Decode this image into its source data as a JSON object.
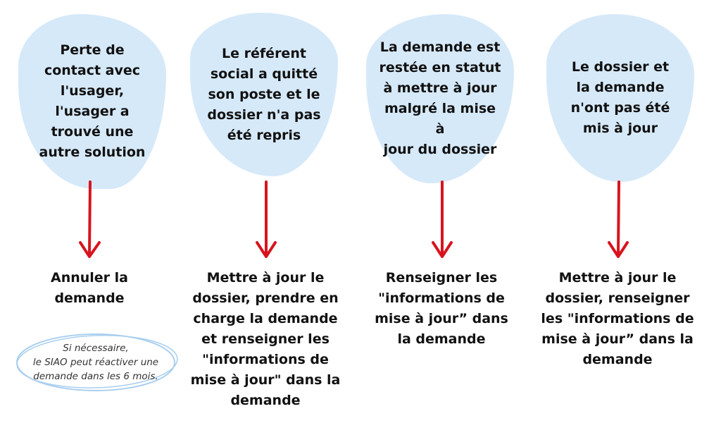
{
  "steps": [
    {
      "situation": "Perte de\ncontact avec\nl'usager,\nl'usager a\ntrouvé une\nautre solution",
      "action": "Annuler la\ndemande"
    },
    {
      "situation": "Le référent\nsocial a quitté\nson poste et le\ndossier n'a pas\nété repris",
      "action": "Mettre à jour le\ndossier, prendre en\ncharge la demande\net renseigner les\n\"informations de\nmise à jour\" dans la\ndemande"
    },
    {
      "situation": "La demande est\nrestée en statut\nà mettre à jour\nmalgré la mise à\njour du dossier",
      "action": "Renseigner les\n\"informations de\nmise à jour” dans\nla demande"
    },
    {
      "situation": "Le dossier et\nla demande\nn'ont pas été\nmis à jour",
      "action": "Mettre à jour le\ndossier, renseigner\nles \"informations de\nmise à jour” dans la\ndemande"
    }
  ],
  "note": "Si nécessaire,\nle SIAO peut réactiver une\ndemande dans les 6 mois.",
  "colors": {
    "bubble": "#d6e9f9",
    "arrow": "#d7141e",
    "text": "#111111",
    "note_outline": "#a9cfef"
  }
}
